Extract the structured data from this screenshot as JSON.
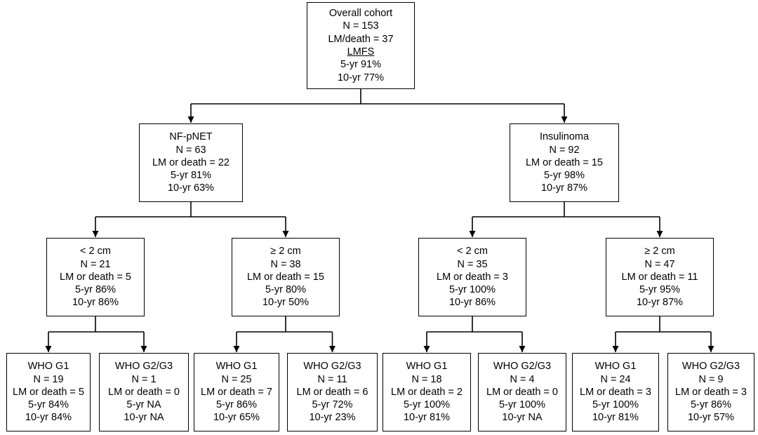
{
  "diagram": {
    "root": {
      "lines": [
        "Overall cohort",
        "N = 153",
        "LM/death = 37",
        "LMFS",
        "5-yr 91%",
        "10-yr 77%"
      ],
      "underline_line": 3
    },
    "level1": [
      {
        "id": "nf-pnet",
        "lines": [
          "NF-pNET",
          "N = 63",
          "LM or death = 22",
          "5-yr 81%",
          "10-yr 63%"
        ]
      },
      {
        "id": "insulinoma",
        "lines": [
          "Insulinoma",
          "N = 92",
          "LM or death = 15",
          "5-yr 98%",
          "10-yr 87%"
        ]
      }
    ],
    "level2": [
      {
        "id": "nf-lt2",
        "lines": [
          "< 2 cm",
          "N = 21",
          "LM or death = 5",
          "5-yr 86%",
          "10-yr 86%"
        ]
      },
      {
        "id": "nf-ge2",
        "lines": [
          "≥ 2 cm",
          "N = 38",
          "LM or death = 15",
          "5-yr 80%",
          "10-yr 50%"
        ]
      },
      {
        "id": "ins-lt2",
        "lines": [
          "< 2 cm",
          "N = 35",
          "LM or death = 3",
          "5-yr 100%",
          "10-yr 86%"
        ]
      },
      {
        "id": "ins-ge2",
        "lines": [
          "≥ 2 cm",
          "N = 47",
          "LM or death = 11",
          "5-yr 95%",
          "10-yr 87%"
        ]
      }
    ],
    "level3": [
      {
        "id": "nf-lt2-g1",
        "lines": [
          "WHO G1",
          "N = 19",
          "LM or death = 5",
          "5-yr 84%",
          "10-yr 84%"
        ]
      },
      {
        "id": "nf-lt2-g23",
        "lines": [
          "WHO G2/G3",
          "N = 1",
          "LM or death = 0",
          "5-yr NA",
          "10-yr NA"
        ]
      },
      {
        "id": "nf-ge2-g1",
        "lines": [
          "WHO G1",
          "N = 25",
          "LM or death = 7",
          "5-yr 86%",
          "10-yr 65%"
        ]
      },
      {
        "id": "nf-ge2-g23",
        "lines": [
          "WHO G2/G3",
          "N = 11",
          "LM or death = 6",
          "5-yr 72%",
          "10-yr 23%"
        ]
      },
      {
        "id": "ins-lt2-g1",
        "lines": [
          "WHO G1",
          "N = 18",
          "LM or death = 2",
          "5-yr 100%",
          "10-yr 81%"
        ]
      },
      {
        "id": "ins-lt2-g23",
        "lines": [
          "WHO G2/G3",
          "N = 4",
          "LM or death = 0",
          "5-yr 100%",
          "10-yr NA"
        ]
      },
      {
        "id": "ins-ge2-g1",
        "lines": [
          "WHO G1",
          "N = 24",
          "LM or death = 3",
          "5-yr 100%",
          "10-yr 81%"
        ]
      },
      {
        "id": "ins-ge2-g23",
        "lines": [
          "WHO G2/G3",
          "N = 9",
          "LM or death = 3",
          "5-yr 86%",
          "10-yr 57%"
        ]
      }
    ],
    "edges": [
      [
        "root",
        "nf-pnet"
      ],
      [
        "root",
        "insulinoma"
      ],
      [
        "nf-pnet",
        "nf-lt2"
      ],
      [
        "nf-pnet",
        "nf-ge2"
      ],
      [
        "insulinoma",
        "ins-lt2"
      ],
      [
        "insulinoma",
        "ins-ge2"
      ],
      [
        "nf-lt2",
        "nf-lt2-g1"
      ],
      [
        "nf-lt2",
        "nf-lt2-g23"
      ],
      [
        "nf-ge2",
        "nf-ge2-g1"
      ],
      [
        "nf-ge2",
        "nf-ge2-g23"
      ],
      [
        "ins-lt2",
        "ins-lt2-g1"
      ],
      [
        "ins-lt2",
        "ins-lt2-g23"
      ],
      [
        "ins-ge2",
        "ins-ge2-g1"
      ],
      [
        "ins-ge2",
        "ins-ge2-g23"
      ]
    ]
  }
}
